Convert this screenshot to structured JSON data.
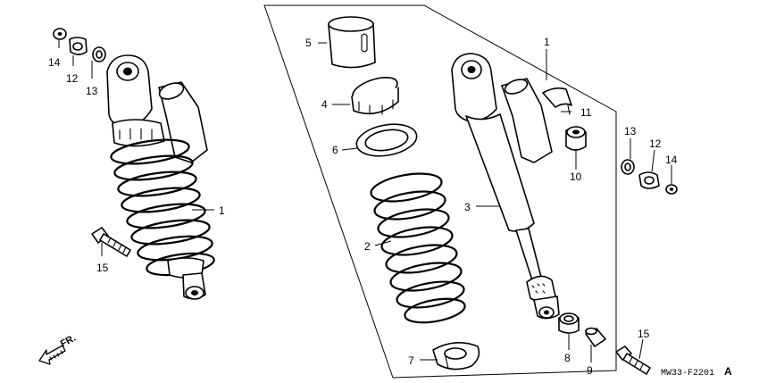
{
  "diagram": {
    "callouts": {
      "c1": "1",
      "c2": "2",
      "c3": "3",
      "c4": "4",
      "c5": "5",
      "c6": "6",
      "c7": "7",
      "c8": "8",
      "c9": "9",
      "c10": "10",
      "c11": "11",
      "c12": "12",
      "c13": "13",
      "c14": "14",
      "c15": "15",
      "c1b": "1",
      "c12b": "12",
      "c13b": "13",
      "c14b": "14",
      "c15b": "15"
    },
    "direction_label": "FR.",
    "figure_code": "MW33-F2201",
    "figure_code_suffix": "A"
  }
}
